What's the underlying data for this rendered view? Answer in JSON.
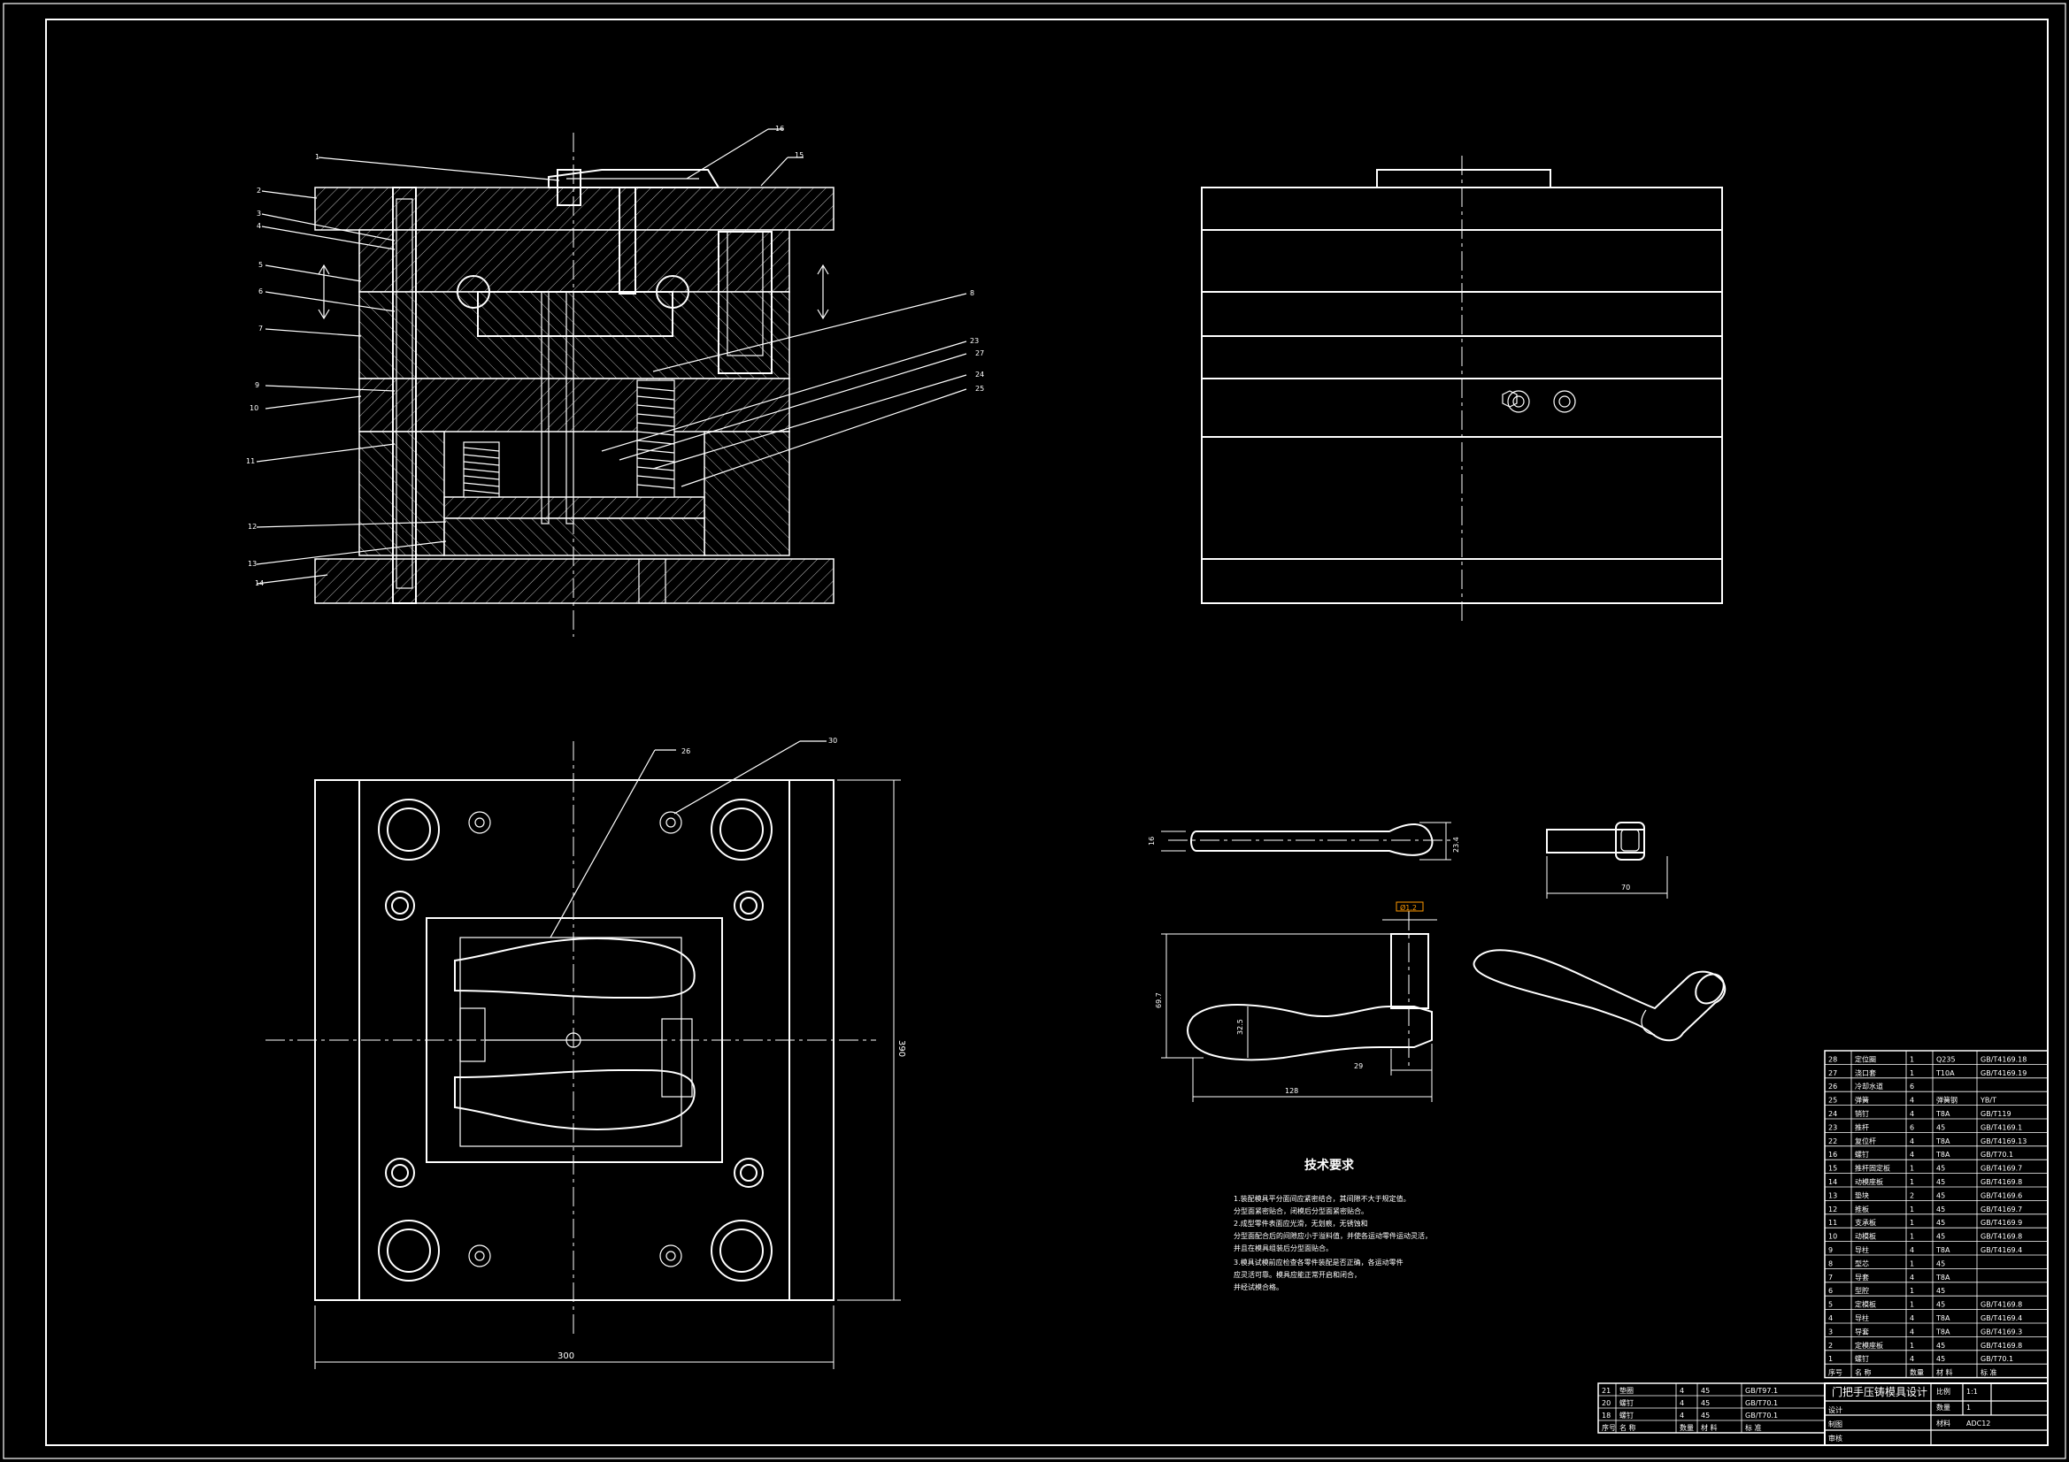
{
  "colors": {
    "background": "#000000",
    "lines": "#ffffff",
    "accent": "#ff9900"
  },
  "section_view": {
    "balloons": [
      "1",
      "2",
      "3",
      "4",
      "5",
      "6",
      "7",
      "9",
      "10",
      "11",
      "12",
      "13",
      "14",
      "16",
      "15",
      "8",
      "23",
      "27",
      "24",
      "25"
    ]
  },
  "plan_view": {
    "balloons": [
      "26",
      "30"
    ],
    "dim_width": "300",
    "dim_height": "390"
  },
  "part_views": {
    "dim_16": "16",
    "dim_23_4": "23.4",
    "dim_70": "70",
    "dim_69_7": "69.7",
    "dim_32_5": "32.5",
    "dim_128": "128",
    "dim_29": "29",
    "dim_highlight": "Ø1.2"
  },
  "tech_requirements": {
    "title": "技术要求",
    "items": [
      "1.装配模具平分面间应紧密结合，其间隙不大于规定值。",
      "  分型面紧密贴合，闭模后分型面紧密贴合。",
      "2.成型零件表面应光滑，无划痕，无锈蚀和",
      "  分型面配合后的间隙应小于溢料值，并使各运动零件运动灵活，",
      "  并且在模具组装后分型面贴合。",
      "3.模具试模前应检查各零件装配是否正确，各运动零件",
      "  应灵活可靠。模具应能正常开启和闭合，",
      "  并经试模合格。"
    ]
  },
  "bom": {
    "rows": [
      [
        "28",
        "定位圈",
        "1",
        "Q235",
        "GB/T4169.18"
      ],
      [
        "27",
        "浇口套",
        "1",
        "T10A",
        "GB/T4169.19"
      ],
      [
        "26",
        "冷却水道",
        "6",
        "",
        ""
      ],
      [
        "25",
        "弹簧",
        "4",
        "弹簧钢",
        "YB/T"
      ],
      [
        "24",
        "销钉",
        "4",
        "T8A",
        "GB/T119"
      ],
      [
        "23",
        "推杆",
        "6",
        "45",
        "GB/T4169.1"
      ],
      [
        "22",
        "复位杆",
        "4",
        "T8A",
        "GB/T4169.13"
      ],
      [
        "16",
        "螺钉",
        "4",
        "T8A",
        "GB/T70.1"
      ],
      [
        "15",
        "推杆固定板",
        "1",
        "45",
        "GB/T4169.7"
      ],
      [
        "14",
        "动模座板",
        "1",
        "45",
        "GB/T4169.8"
      ],
      [
        "13",
        "垫块",
        "2",
        "45",
        "GB/T4169.6"
      ],
      [
        "12",
        "推板",
        "1",
        "45",
        "GB/T4169.7"
      ],
      [
        "11",
        "支承板",
        "1",
        "45",
        "GB/T4169.9"
      ],
      [
        "10",
        "动模板",
        "1",
        "45",
        "GB/T4169.8"
      ],
      [
        "9",
        "导柱",
        "4",
        "T8A",
        "GB/T4169.4"
      ],
      [
        "8",
        "型芯",
        "1",
        "45",
        ""
      ],
      [
        "7",
        "导套",
        "4",
        "T8A",
        ""
      ],
      [
        "6",
        "型腔",
        "1",
        "45",
        ""
      ],
      [
        "5",
        "定模板",
        "1",
        "45",
        "GB/T4169.8"
      ],
      [
        "4",
        "导柱",
        "4",
        "T8A",
        "GB/T4169.4"
      ],
      [
        "3",
        "导套",
        "4",
        "T8A",
        "GB/T4169.3"
      ],
      [
        "2",
        "定模座板",
        "1",
        "45",
        "GB/T4169.8"
      ],
      [
        "1",
        "螺钉",
        "4",
        "45",
        "GB/T70.1"
      ]
    ],
    "header": [
      "序号",
      "名 称",
      "数量",
      "材 料",
      "标 准"
    ],
    "extra_rows": [
      [
        "21",
        "垫圈",
        "4",
        "45",
        "GB/T97.1"
      ],
      [
        "20",
        "螺钉",
        "4",
        "45",
        "GB/T70.1"
      ],
      [
        "18",
        "螺钉",
        "4",
        "45",
        "GB/T70.1"
      ]
    ],
    "extra_header": [
      "序号",
      "名 称",
      "数量",
      "材 料",
      "标 准"
    ]
  },
  "title_block": {
    "title": "门把手压铸模具设计",
    "scale_label": "比例",
    "scale_value": "1:1",
    "qty_label": "数量",
    "qty_value": "1",
    "material_label": "材料",
    "material_value": "ADC12",
    "rows": [
      "设计",
      "制图",
      "审核"
    ]
  }
}
